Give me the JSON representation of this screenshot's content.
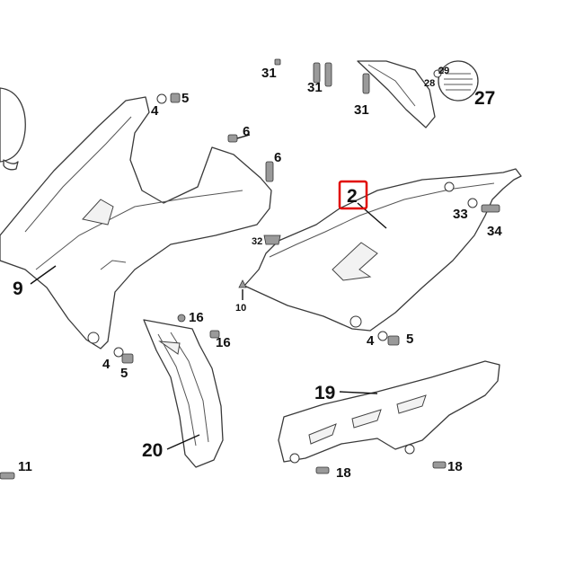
{
  "diagram": {
    "highlight_color": "#e10600",
    "callouts": {
      "c2": "2",
      "c4a": "4",
      "c5a": "5",
      "c4b": "4",
      "c5b": "5",
      "c4c": "4",
      "c5c": "5",
      "c6a": "6",
      "c6b": "6",
      "c9": "9",
      "c10": "10",
      "c11": "11",
      "c16a": "16",
      "c16b": "16",
      "c18a": "18",
      "c18b": "18",
      "c19": "19",
      "c20": "20",
      "c27": "27",
      "c28": "28",
      "c29": "29",
      "c31a": "31",
      "c31b": "31",
      "c31c": "31",
      "c32": "32",
      "c33": "33",
      "c34": "34"
    }
  }
}
